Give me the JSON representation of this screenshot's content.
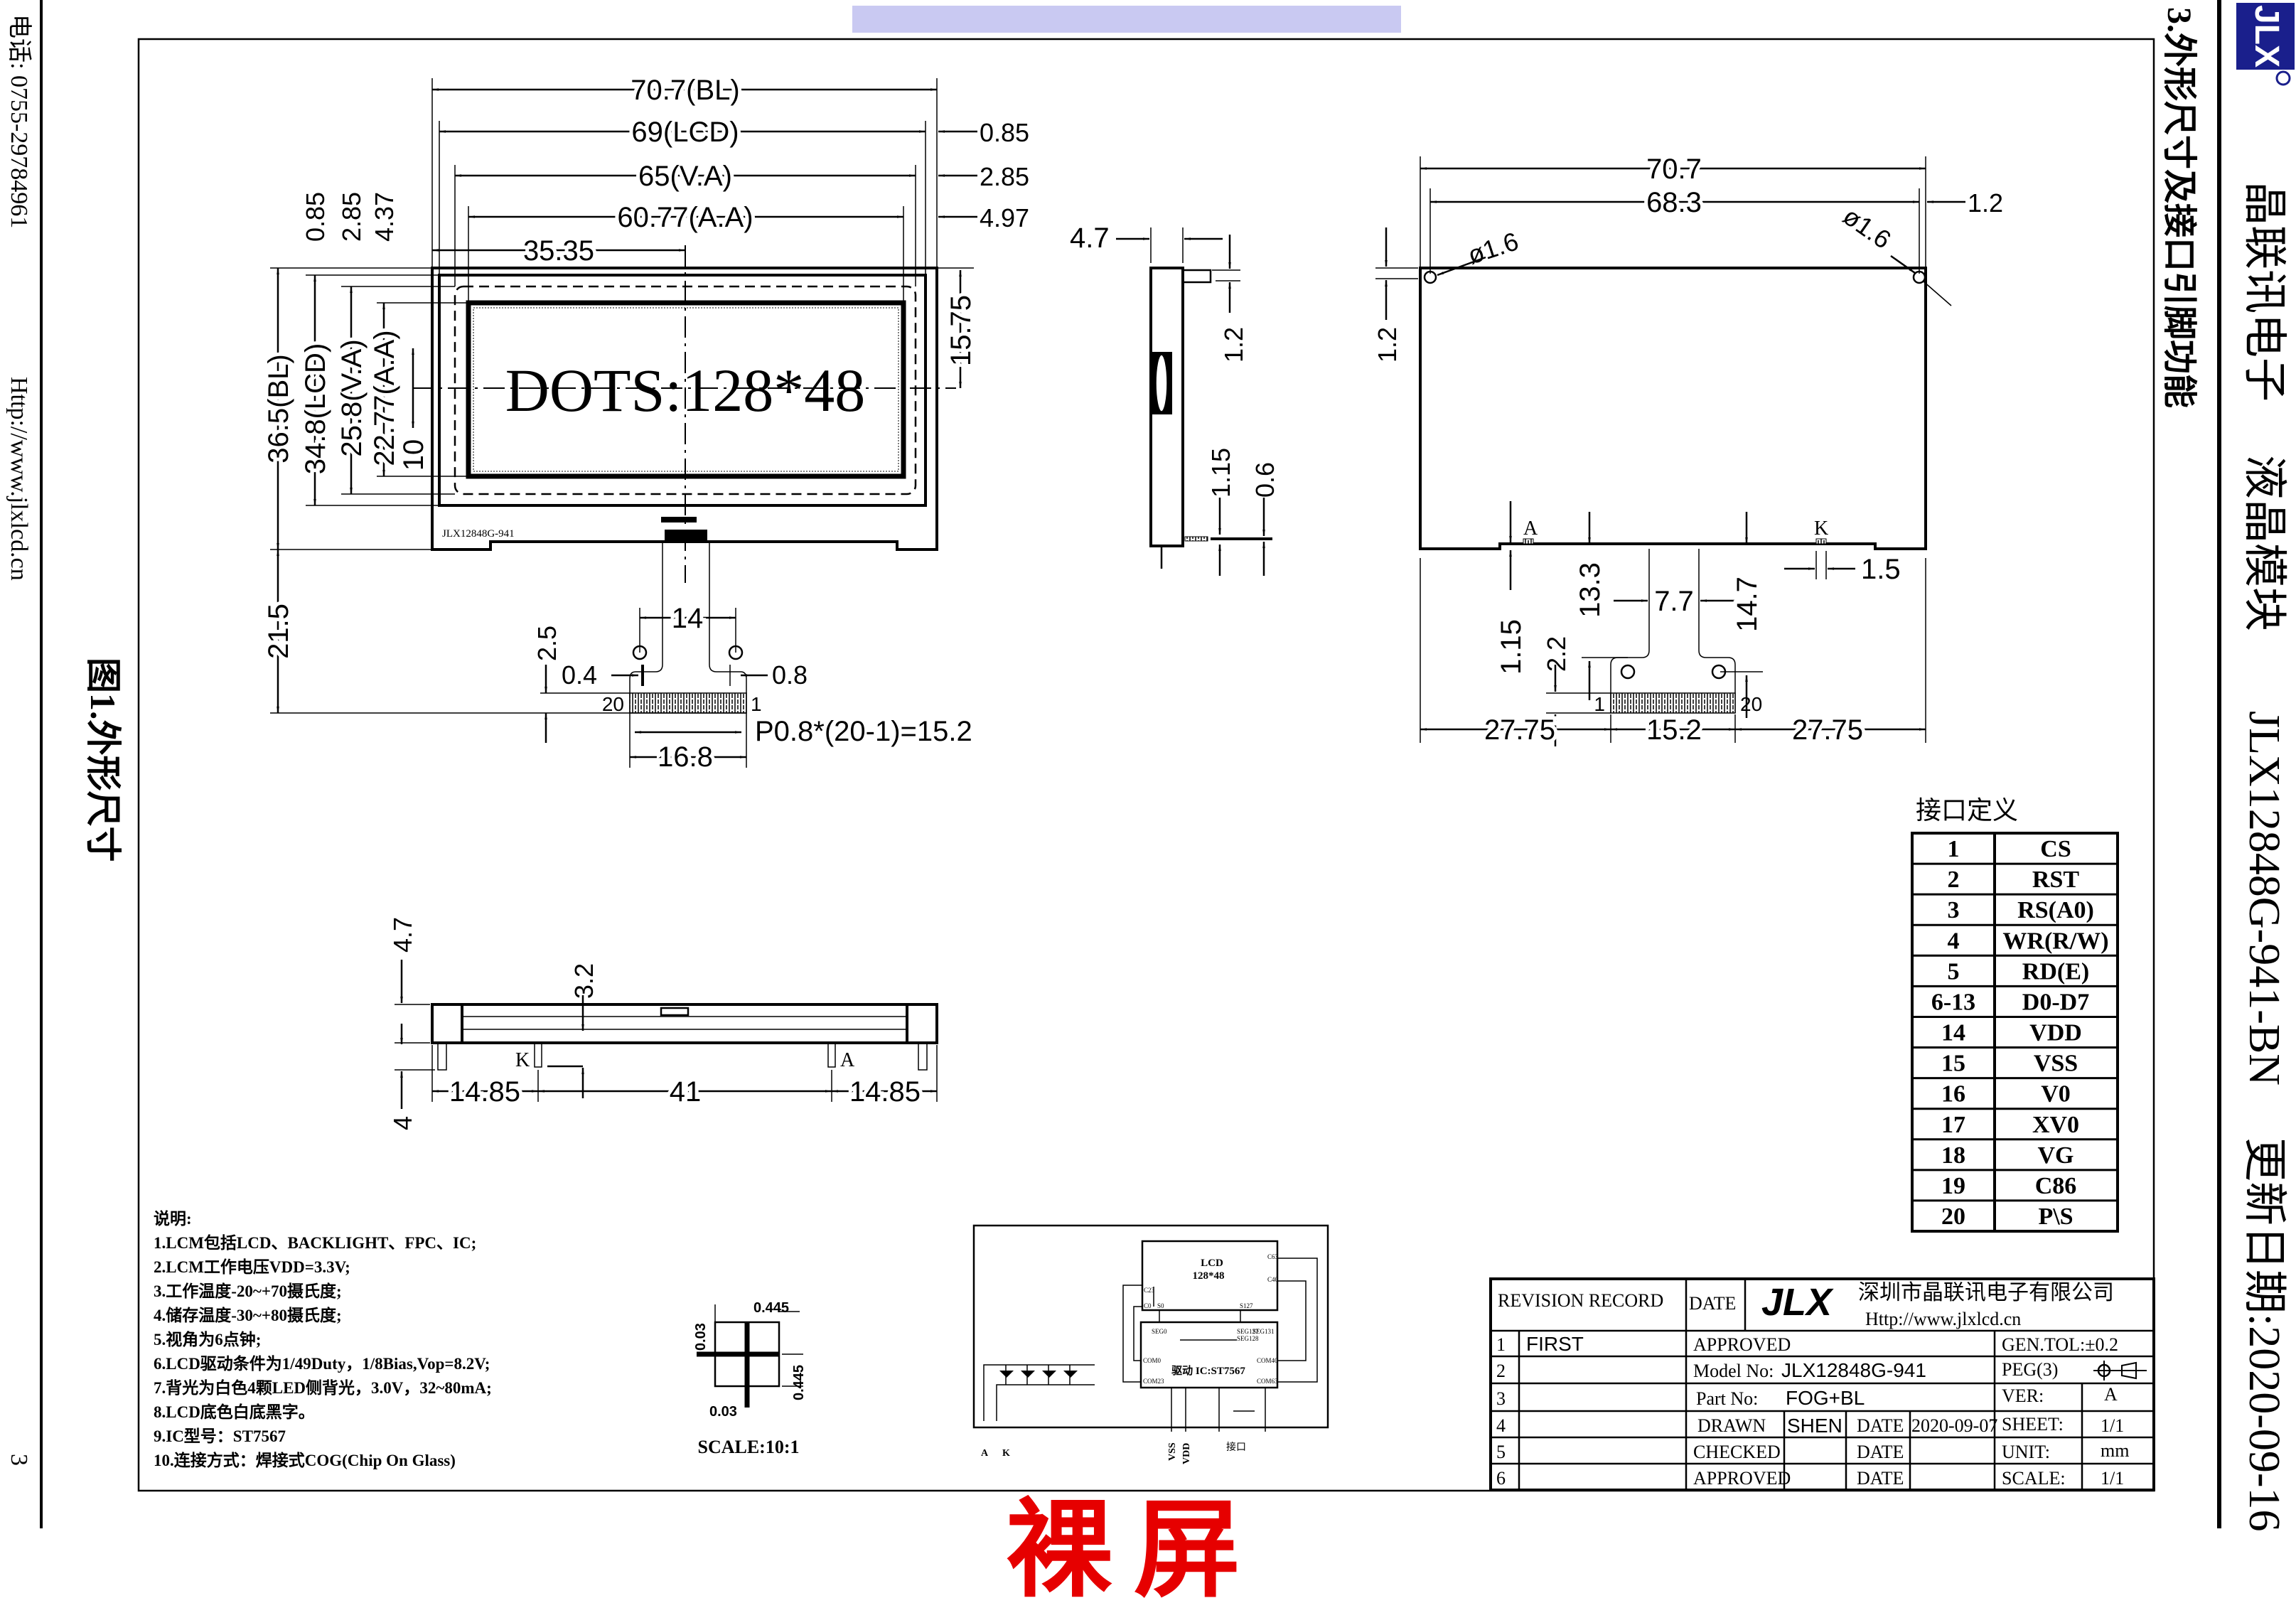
{
  "side_margin": {
    "phone": "电话: 0755-29784961",
    "url": "Http://www.jlxlcd.cn",
    "page_number": "3",
    "figure_caption": "图1.外形尺寸"
  },
  "header": {
    "section_title": "3.外形尺寸及接口引脚功能",
    "logo_text": "JLX",
    "company": "晶联讯电子",
    "product_type": "液晶模块",
    "model": "JLX12848G-941-BN",
    "update_date": "更新日期:2020-09-16"
  },
  "front_view": {
    "width_bl": "70.7(BL)",
    "width_lcd": "69(LCD)",
    "width_va": "65(V.A)",
    "width_aa": "60.77(A.A)",
    "center_offset": "35.35",
    "right_offset_lcd": "0.85",
    "right_offset_va": "2.85",
    "right_offset_aa": "4.97",
    "top_offset_lcd": "0.85",
    "top_offset_va": "2.85",
    "top_offset_aa": "4.37",
    "height_bl": "36.5(BL)",
    "height_lcd": "34.8(LCD)",
    "height_va": "25.8(V.A)",
    "height_aa": "22.77(A.A)",
    "side_10": "10",
    "center_height": "15.75",
    "fpc_length": "21.5",
    "fpc_hole_spacing": "14",
    "fpc_edge": "2.5",
    "fpc_left": "0.4",
    "fpc_right": "0.8",
    "pin_first": "20",
    "pin_last": "1",
    "pitch_formula": "P0.8*(20-1)=15.2",
    "fpc_width": "16.8",
    "display_text": "DOTS:128*48",
    "part_marking": "JLX12848G-941"
  },
  "side_view": {
    "thickness": "4.7",
    "pin_offset": "1.2",
    "fpc_thickness_a": "1.15",
    "fpc_thickness_b": "0.6"
  },
  "back_view": {
    "width": "70.7",
    "hole_spacing": "68.3",
    "hole_offset_right": "1.2",
    "hole_offset_top": "1.2",
    "hole_dia_left": "ø1.6",
    "hole_dia_right": "ø1.6",
    "anode_label": "A",
    "cathode_label": "K",
    "pad_width": "1.5",
    "dim_1_15": "1.15",
    "dim_13_3": "13.3",
    "neck_width": "7.7",
    "dim_14_7": "14.7",
    "dim_2_2": "2.2",
    "left_margin": "27.75",
    "pin_span": "15.2",
    "right_margin": "27.75",
    "pin_first": "1",
    "pin_last": "20"
  },
  "bottom_view": {
    "height_top": "4.7",
    "height_bottom": "4",
    "pin_height": "3.2",
    "left_span": "14.85",
    "middle_span": "41",
    "right_span": "14.85",
    "cathode_label": "K",
    "anode_label": "A"
  },
  "notes": {
    "title": "说明:",
    "items": [
      "1.LCM包括LCD、BACKLIGHT、FPC、IC;",
      "2.LCM工作电压VDD=3.3V;",
      "3.工作温度-20~+70摄氏度;",
      "4.储存温度-30~+80摄氏度;",
      "5.视角为6点钟;",
      "6.LCD驱动条件为1/49Duty，1/8Bias,Vop=8.2V;",
      "7.背光为白色4颗LED侧背光，3.0V，32~80mA;",
      "8.LCD底色白底黑字。",
      "9.IC型号：ST7567",
      "10.连接方式：焊接式COG(Chip On Glass)"
    ]
  },
  "pixel_detail": {
    "dot_width": "0.445",
    "gap_vertical": "0.03",
    "dot_height": "0.445",
    "gap_horizontal": "0.03",
    "scale": "SCALE:10:1"
  },
  "circuit": {
    "lcd_label": "LCD",
    "lcd_dots": "128*48",
    "ic_label": "驱动 IC:ST7567",
    "pin_a": "A",
    "pin_k": "K",
    "vss": "VSS",
    "vdd": "VDD",
    "interface": "接口",
    "lcd_pins": [
      "C63",
      "C40",
      "C23",
      "C0",
      "S0",
      "S127"
    ],
    "ic_pins": [
      "SEG0",
      "SEG127",
      "SEG128",
      "SEG131",
      "COM0",
      "COM23",
      "COM40",
      "COM63"
    ]
  },
  "pin_table": {
    "title": "接口定义",
    "rows": [
      {
        "pin": "1",
        "name": "CS"
      },
      {
        "pin": "2",
        "name": "RST"
      },
      {
        "pin": "3",
        "name": "RS(A0)"
      },
      {
        "pin": "4",
        "name": "WR(R/W)"
      },
      {
        "pin": "5",
        "name": "RD(E)"
      },
      {
        "pin": "6-13",
        "name": "D0-D7"
      },
      {
        "pin": "14",
        "name": "VDD"
      },
      {
        "pin": "15",
        "name": "VSS"
      },
      {
        "pin": "16",
        "name": "V0"
      },
      {
        "pin": "17",
        "name": "XV0"
      },
      {
        "pin": "18",
        "name": "VG"
      },
      {
        "pin": "19",
        "name": "C86"
      },
      {
        "pin": "20",
        "name": "P\\S"
      }
    ]
  },
  "title_block": {
    "revision_record": "REVISION RECORD",
    "date_header": "DATE",
    "logo_text": "JLX",
    "company_name": "深圳市晶联讯电子有限公司",
    "company_url": "Http://www.jlxlcd.cn",
    "revisions": [
      "1",
      "2",
      "3",
      "4",
      "5",
      "6"
    ],
    "revision_1_text": "FIRST",
    "approved_label": "APPROVED",
    "model_label": "Model No:",
    "model_value": "JLX12848G-941",
    "part_label": "Part No: ",
    "part_value": "FOG+BL",
    "drawn_label": "DRAWN",
    "drawn_by": "SHEN",
    "drawn_date_label": "DATE",
    "drawn_date": "2020-09-07",
    "checked_label": "CHECKED",
    "checked_date_label": "DATE",
    "approved2_label": "APPROVED",
    "approved2_date_label": "DATE",
    "gen_tol": "GEN.TOL:±0.2",
    "peg_label": "PEG(3)",
    "ver_label": "VER:",
    "ver_value": "A",
    "sheet_label": "SHEET:",
    "sheet_value": "1/1",
    "unit_label": "UNIT:",
    "unit_value": "mm",
    "scale_label": "SCALE:",
    "scale_value": "1/1"
  },
  "stamp": "裸屏",
  "colors": {
    "logo_blue": "#1a1f8c",
    "stamp_red": "#e60000",
    "top_bar": "#c9c9f2"
  }
}
